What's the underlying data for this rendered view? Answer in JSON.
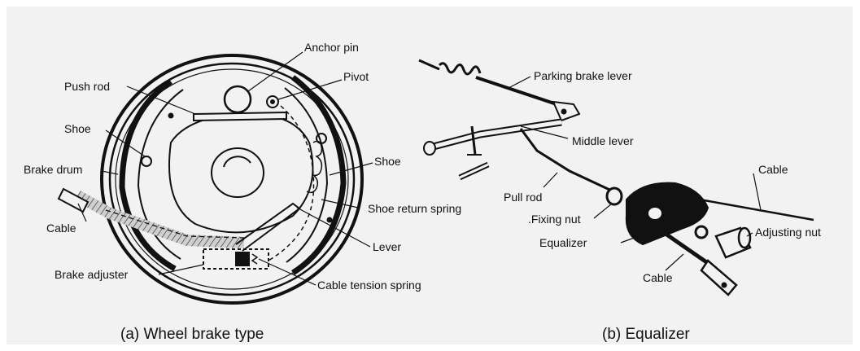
{
  "wheel_brake": {
    "caption": "(a) Wheel brake type",
    "labels": {
      "anchor_pin": "Anchor pin",
      "pivot": "Pivot",
      "push_rod": "Push rod",
      "shoe_left": "Shoe",
      "brake_drum": "Brake drum",
      "shoe_right": "Shoe",
      "cable": "Cable",
      "shoe_return_spring": "Shoe return spring",
      "lever": "Lever",
      "brake_adjuster": "Brake adjuster",
      "cable_tension_spring": "Cable tension spring"
    }
  },
  "equalizer": {
    "caption": "(b) Equalizer",
    "labels": {
      "parking_brake_lever": "Parking brake lever",
      "middle_lever": "Middle lever",
      "cable_top": "Cable",
      "pull_rod": "Pull rod",
      "fixing_nut": ".Fixing nut",
      "equalizer": "Equalizer",
      "adjusting_nut": "Adjusting nut",
      "cable_bottom": "Cable"
    }
  }
}
